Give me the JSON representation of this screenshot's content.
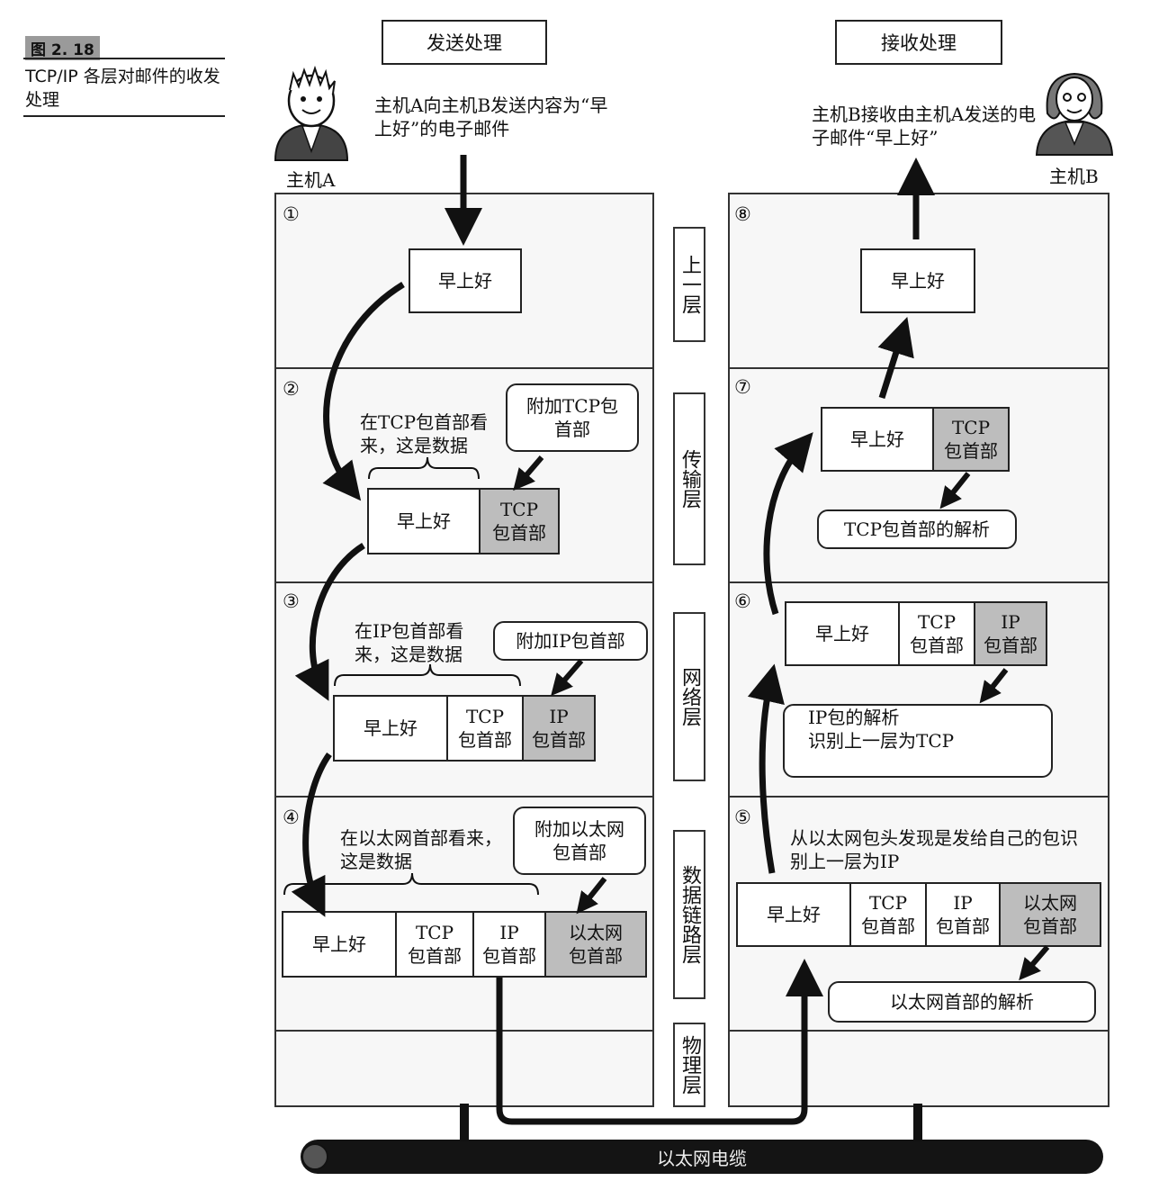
{
  "caption": {
    "figure_no": "图 2. 18",
    "title": "TCP/IP 各层对邮件的收发处理"
  },
  "headers": {
    "send": "发送处理",
    "receive": "接收处理"
  },
  "hosts": {
    "a": "主机A",
    "b": "主机B"
  },
  "descriptions": {
    "send": "主机A向主机B发送内容为“早上好”的电子邮件",
    "receive": "主机B接收由主机A发送的电子邮件“早上好”"
  },
  "layers": {
    "upper": "上一层",
    "transport": "传输层",
    "network": "网络层",
    "datalink": "数据链路层",
    "physical": "物理层"
  },
  "steps": [
    "①",
    "②",
    "③",
    "④",
    "⑤",
    "⑥",
    "⑦",
    "⑧"
  ],
  "packet_labels": {
    "data": "早上好",
    "tcp_a": "TCP",
    "tcp_b": "包首部",
    "ip_a": "IP",
    "ip_b": "包首部",
    "eth_a": "以太网",
    "eth_b": "包首部"
  },
  "notes": {
    "add_tcp": "附加TCP包首部",
    "add_ip": "附加IP包首部",
    "add_eth": "附加以太网包首部",
    "tcp_data_view": "在TCP包首部看来，这是数据",
    "ip_data_view": "在IP包首部看来，这是数据",
    "eth_data_view": "在以太网首部看来，这是数据",
    "eth_parse": "以太网首部的解析",
    "eth_found": "从以太网包头发现是发给自己的包识别上一层为IP",
    "ip_parse_1": "IP包的解析",
    "ip_parse_2": "识别上一层为TCP",
    "tcp_parse": "TCP包首部的解析"
  },
  "cable": "以太网电缆",
  "colors": {
    "header_fill": "#bdbdbd",
    "panel_fill": "#f7f7f7",
    "cable": "#141414"
  }
}
